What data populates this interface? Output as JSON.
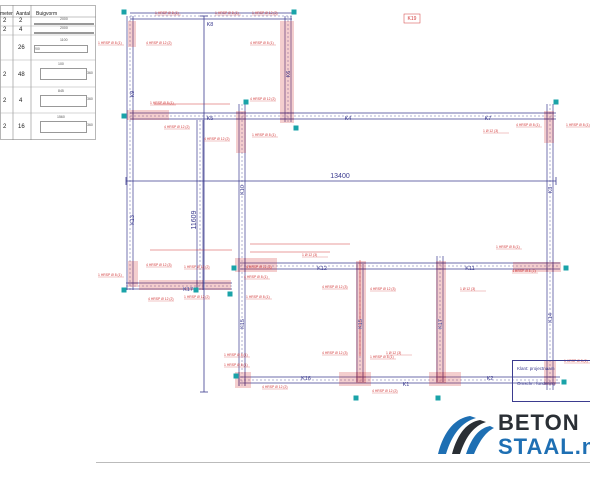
{
  "bending_table": {
    "headers": [
      "meter",
      "Aantal",
      "Buigvorm"
    ],
    "rows": [
      {
        "meter": "2",
        "aantal": "2",
        "dim": "2000",
        "side": ""
      },
      {
        "meter": "2",
        "aantal": "4",
        "dim": "2000",
        "side": ""
      },
      {
        "meter": "",
        "aantal": "26",
        "dim": "1100",
        "side": "200"
      },
      {
        "meter": "2",
        "aantal": "48",
        "dim": "100",
        "side": "360"
      },
      {
        "meter": "2",
        "aantal": "4",
        "dim": "845",
        "side": "360"
      },
      {
        "meter": "2",
        "aantal": "16",
        "dim": "1560",
        "side": "360"
      }
    ]
  },
  "beams": [
    "K8",
    "K6",
    "K9",
    "K5",
    "K4",
    "K7",
    "K10",
    "K3",
    "K13",
    "K12",
    "K11",
    "K17",
    "K15",
    "K15",
    "K17",
    "K14",
    "K16",
    "K1",
    "K2"
  ],
  "tag_k19": "K19",
  "dimensions": {
    "width": "13400",
    "height": "11609"
  },
  "rebar_labels": [
    "1 HRSP Ø 8 (1)",
    "1 HRSP Ø 8 (1)",
    "1 HRSP Ø 8 (1)",
    "4 HRSP Ø 12 (2)",
    "4 HRSP Ø 8 (1)",
    "1 HRSP Ø 12 (2)",
    "1 HRSP Ø 8 (1)",
    "4 HRSP Ø 12 (2)",
    "1 Ø 12 (3)",
    "4 HRSP Ø 8 (1)",
    "1 HRSP Ø 8 (1)",
    "4 HRSP Ø 12 (2)",
    "4 HRSP Ø 12 (2)",
    "1 HRSP Ø 8 (1)",
    "1 Ø 12 (3)",
    "1 HRSP Ø 8 (1)",
    "4 HRSP Ø 12 (3)",
    "1 HRSP Ø 12 (2)",
    "4 HRSP Ø 12 (2)",
    "4 HRSP Ø 8 (1)",
    "4 HRSP Ø 12 (3)",
    "1 HRSP Ø 8 (1)",
    "4 HRSP Ø 12 (2)",
    "1 HRSP Ø 12 (2)",
    "1 HRSP Ø 8 (1)",
    "4 HRSP Ø 12 (3)",
    "1 Ø 12 (3)",
    "4 HRSP Ø 8 (1)",
    "1 HRSP Ø 8 (1)",
    "4 HRSP Ø 12 (3)",
    "1 HRSP Ø 8 (1)",
    "1 Ø 12 (3)",
    "1 HRSP Ø 8 (1)",
    "4 HRSP Ø 12 (2)",
    "4 HRSP Ø 12 (2)",
    "1 HRSP Ø 8 (1)"
  ],
  "title_block": {
    "line1": "Klant: projectnaam",
    "line2": "Omschr.: fundering"
  },
  "logo": {
    "line1": "BETON",
    "line2": "STAAL.nl"
  },
  "colors": {
    "beam": "#3b3b8f",
    "rebar": "#d23a3a",
    "column": "#1aa3a8",
    "logo_dark": "#2a2f35",
    "logo_blue": "#1e6fb3"
  }
}
